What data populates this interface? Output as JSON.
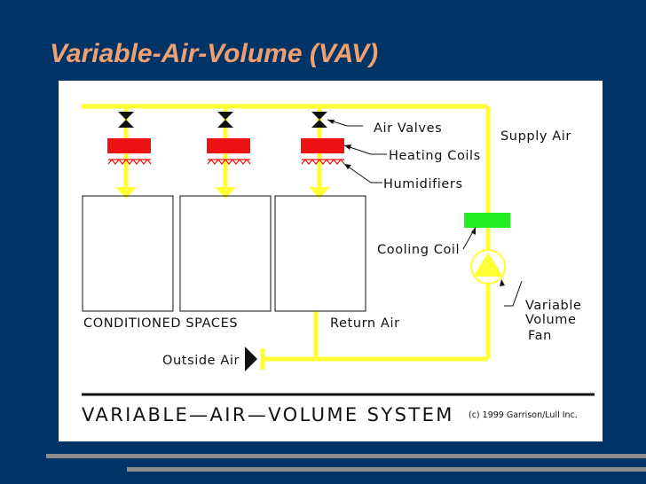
{
  "slide": {
    "title": "Variable-Air-Volume (VAV)"
  },
  "diagram": {
    "labels": {
      "air_valves": "Air Valves",
      "supply_air": "Supply Air",
      "heating_coils": "Heating Coils",
      "humidifiers": "Humidifiers",
      "cooling_coil": "Cooling Coil",
      "variable": "Variable",
      "volume": "Volume",
      "fan": "Fan",
      "conditioned_spaces": "CONDITIONED SPACES",
      "return_air": "Return Air",
      "outside_air": "Outside Air"
    },
    "caption": "VARIABLE—AIR—VOLUME SYSTEM",
    "copyright": "(c) 1999 Garrison/Lull Inc.",
    "colors": {
      "duct": "#ffff33",
      "heating_coil": "#ee1111",
      "cooling_coil": "#22ee22",
      "ink": "#111111",
      "background": "#003366",
      "title": "#f0a070"
    }
  }
}
